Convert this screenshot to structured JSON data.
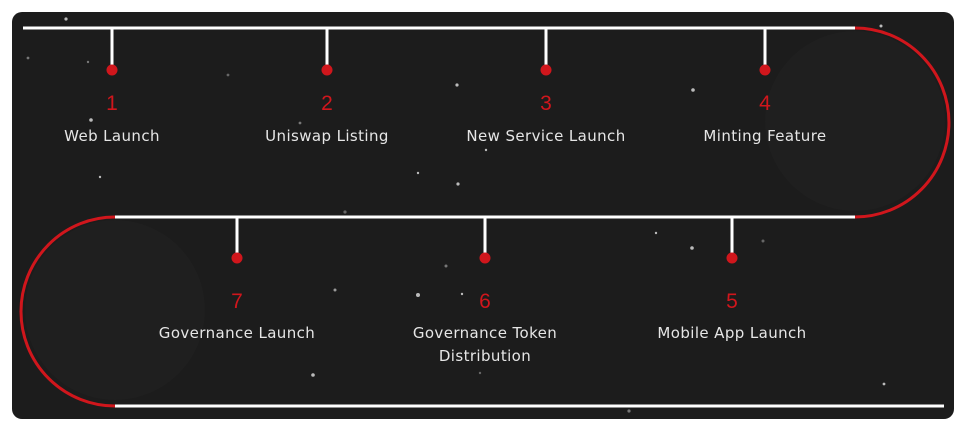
{
  "colors": {
    "background": "#1c1c1c",
    "track": "#ffffff",
    "accent": "#d0161c",
    "text": "#e6e6e6"
  },
  "milestones": [
    {
      "number": "1",
      "label": "Web Launch"
    },
    {
      "number": "2",
      "label": "Uniswap Listing"
    },
    {
      "number": "3",
      "label": "New Service Launch"
    },
    {
      "number": "4",
      "label": "Minting Feature"
    },
    {
      "number": "5",
      "label": "Mobile App Launch"
    },
    {
      "number": "6",
      "label": "Governance Token Distribution"
    },
    {
      "number": "7",
      "label": "Governance Launch"
    }
  ]
}
